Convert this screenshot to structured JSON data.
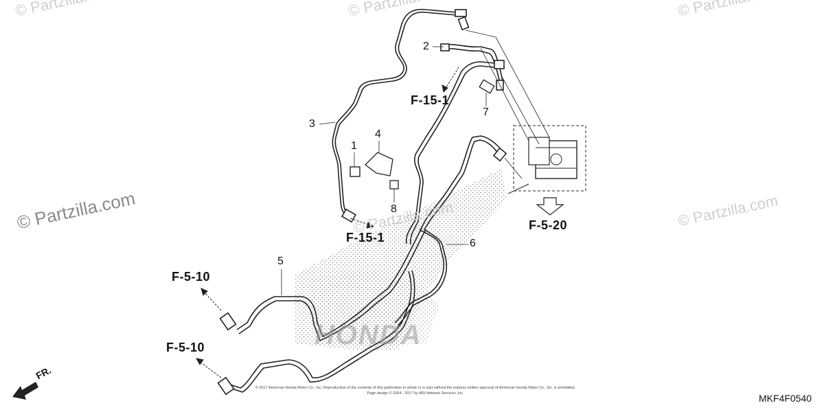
{
  "watermark": {
    "main": "© Partzilla.com",
    "small": "© Partzilla.com"
  },
  "callouts": {
    "p1": "1",
    "p2": "2",
    "p3": "3",
    "p4": "4",
    "p5": "5",
    "p6": "6",
    "p7": "7",
    "p8": "8"
  },
  "refs": {
    "f15_1_top": "F-15-1",
    "f15_1_mid": "F-15-1",
    "f5_20": "F-5-20",
    "f5_10_top": "F-5-10",
    "f5_10_bottom": "F-5-10"
  },
  "background_logo": "HONDA",
  "diagram_code": "MKF4F0540",
  "front_marker": "FR.",
  "copyright_line1": "© 2017 American Honda Motor Co., Inc. Reproduction of the contents of this publication in whole or in part without the express written approval of American Honda Motor Co., Inc. is prohibited.",
  "copyright_line2": "Page design © 2004 - 2017 by ARI Network Services, Inc.",
  "colors": {
    "line": "#222222",
    "watermark": "#cfcfcf",
    "stipple": "#9a9a9a"
  }
}
